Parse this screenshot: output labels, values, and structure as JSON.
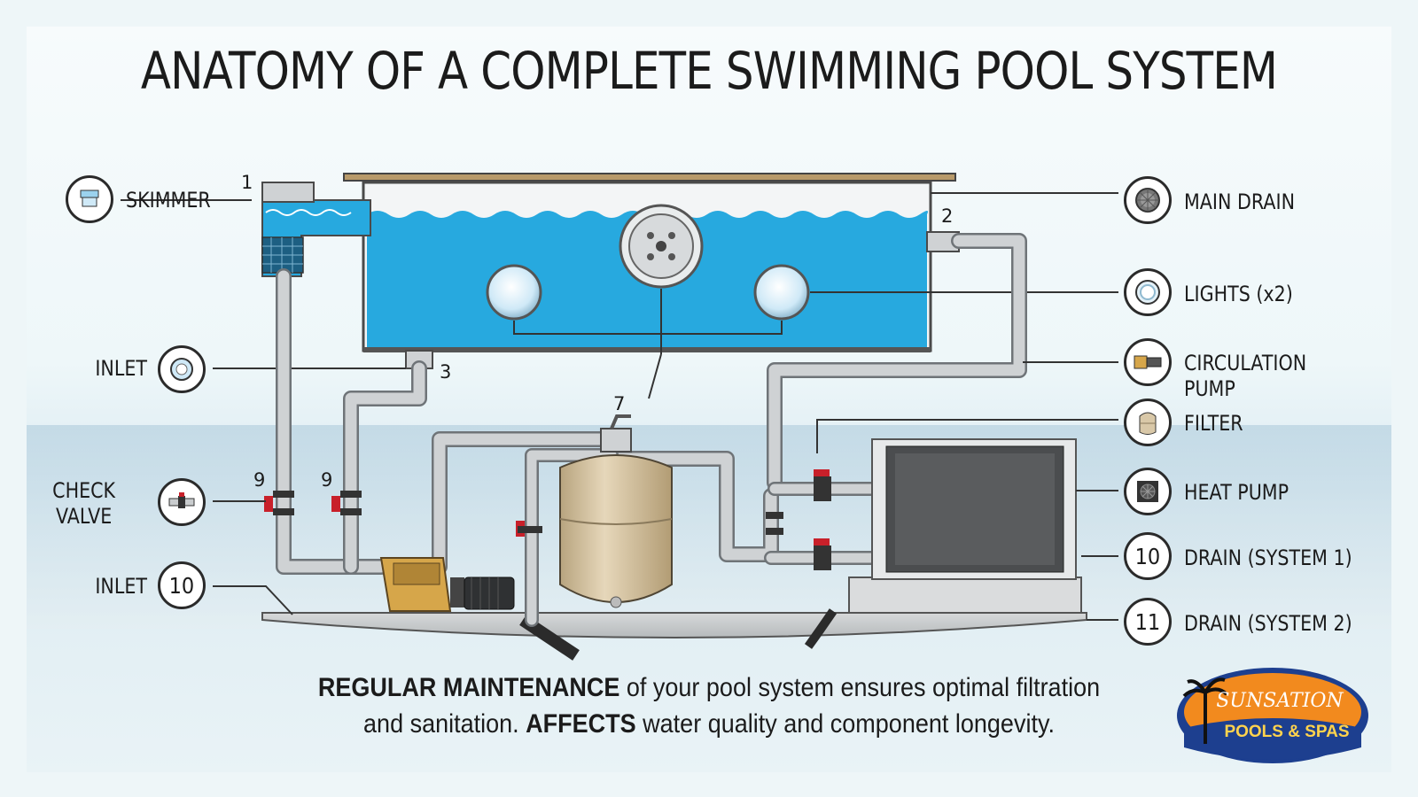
{
  "title": "ANATOMY OF A COMPLETE SWIMMING POOL SYSTEM",
  "components_right": [
    {
      "label": "MAIN DRAIN",
      "icon": "main-drain-icon"
    },
    {
      "label": "LIGHTS (x2)",
      "icon": "pool-light-icon"
    },
    {
      "label": "CIRCULATION\nPUMP",
      "icon": "circulation-pump-icon"
    },
    {
      "label": "FILTER",
      "icon": "filter-icon"
    },
    {
      "label": "HEAT PUMP",
      "icon": "heat-pump-icon"
    },
    {
      "label": "DRAIN (SYSTEM 1)",
      "number": "10"
    },
    {
      "label": "DRAIN (SYSTEM 2)",
      "number": "11"
    }
  ],
  "components_left": [
    {
      "label": "SKIMMER",
      "icon": "skimmer-icon"
    },
    {
      "label": "INLET",
      "icon": "inlet-icon"
    },
    {
      "label": "CHECK\nVALVE",
      "icon": "check-valve-icon"
    },
    {
      "label": "INLET",
      "number": "10"
    }
  ],
  "diagram_numbers": {
    "skimmer": "1",
    "main_drain": "2",
    "inlet": "3",
    "filter_valve": "7",
    "check_valve_a": "9",
    "check_valve_b": "9"
  },
  "footer": {
    "bold1": "REGULAR MAINTENANCE",
    "text1": " of your pool system ensures optimal filtration",
    "text2": "and sanitation. ",
    "bold2": "AFFECTS",
    "text3": " water quality and component longevity."
  },
  "logo": {
    "line1": "SUNSATION",
    "line2": "POOLS & SPAS"
  },
  "colors": {
    "water": "#27a9df",
    "pipe": "#c9ccce",
    "valve": "#c8202a",
    "filter_tank": "#d9c8a8",
    "pump_body": "#d6a64a",
    "logo_orange": "#f28a1e",
    "logo_blue": "#1d3f8f"
  }
}
